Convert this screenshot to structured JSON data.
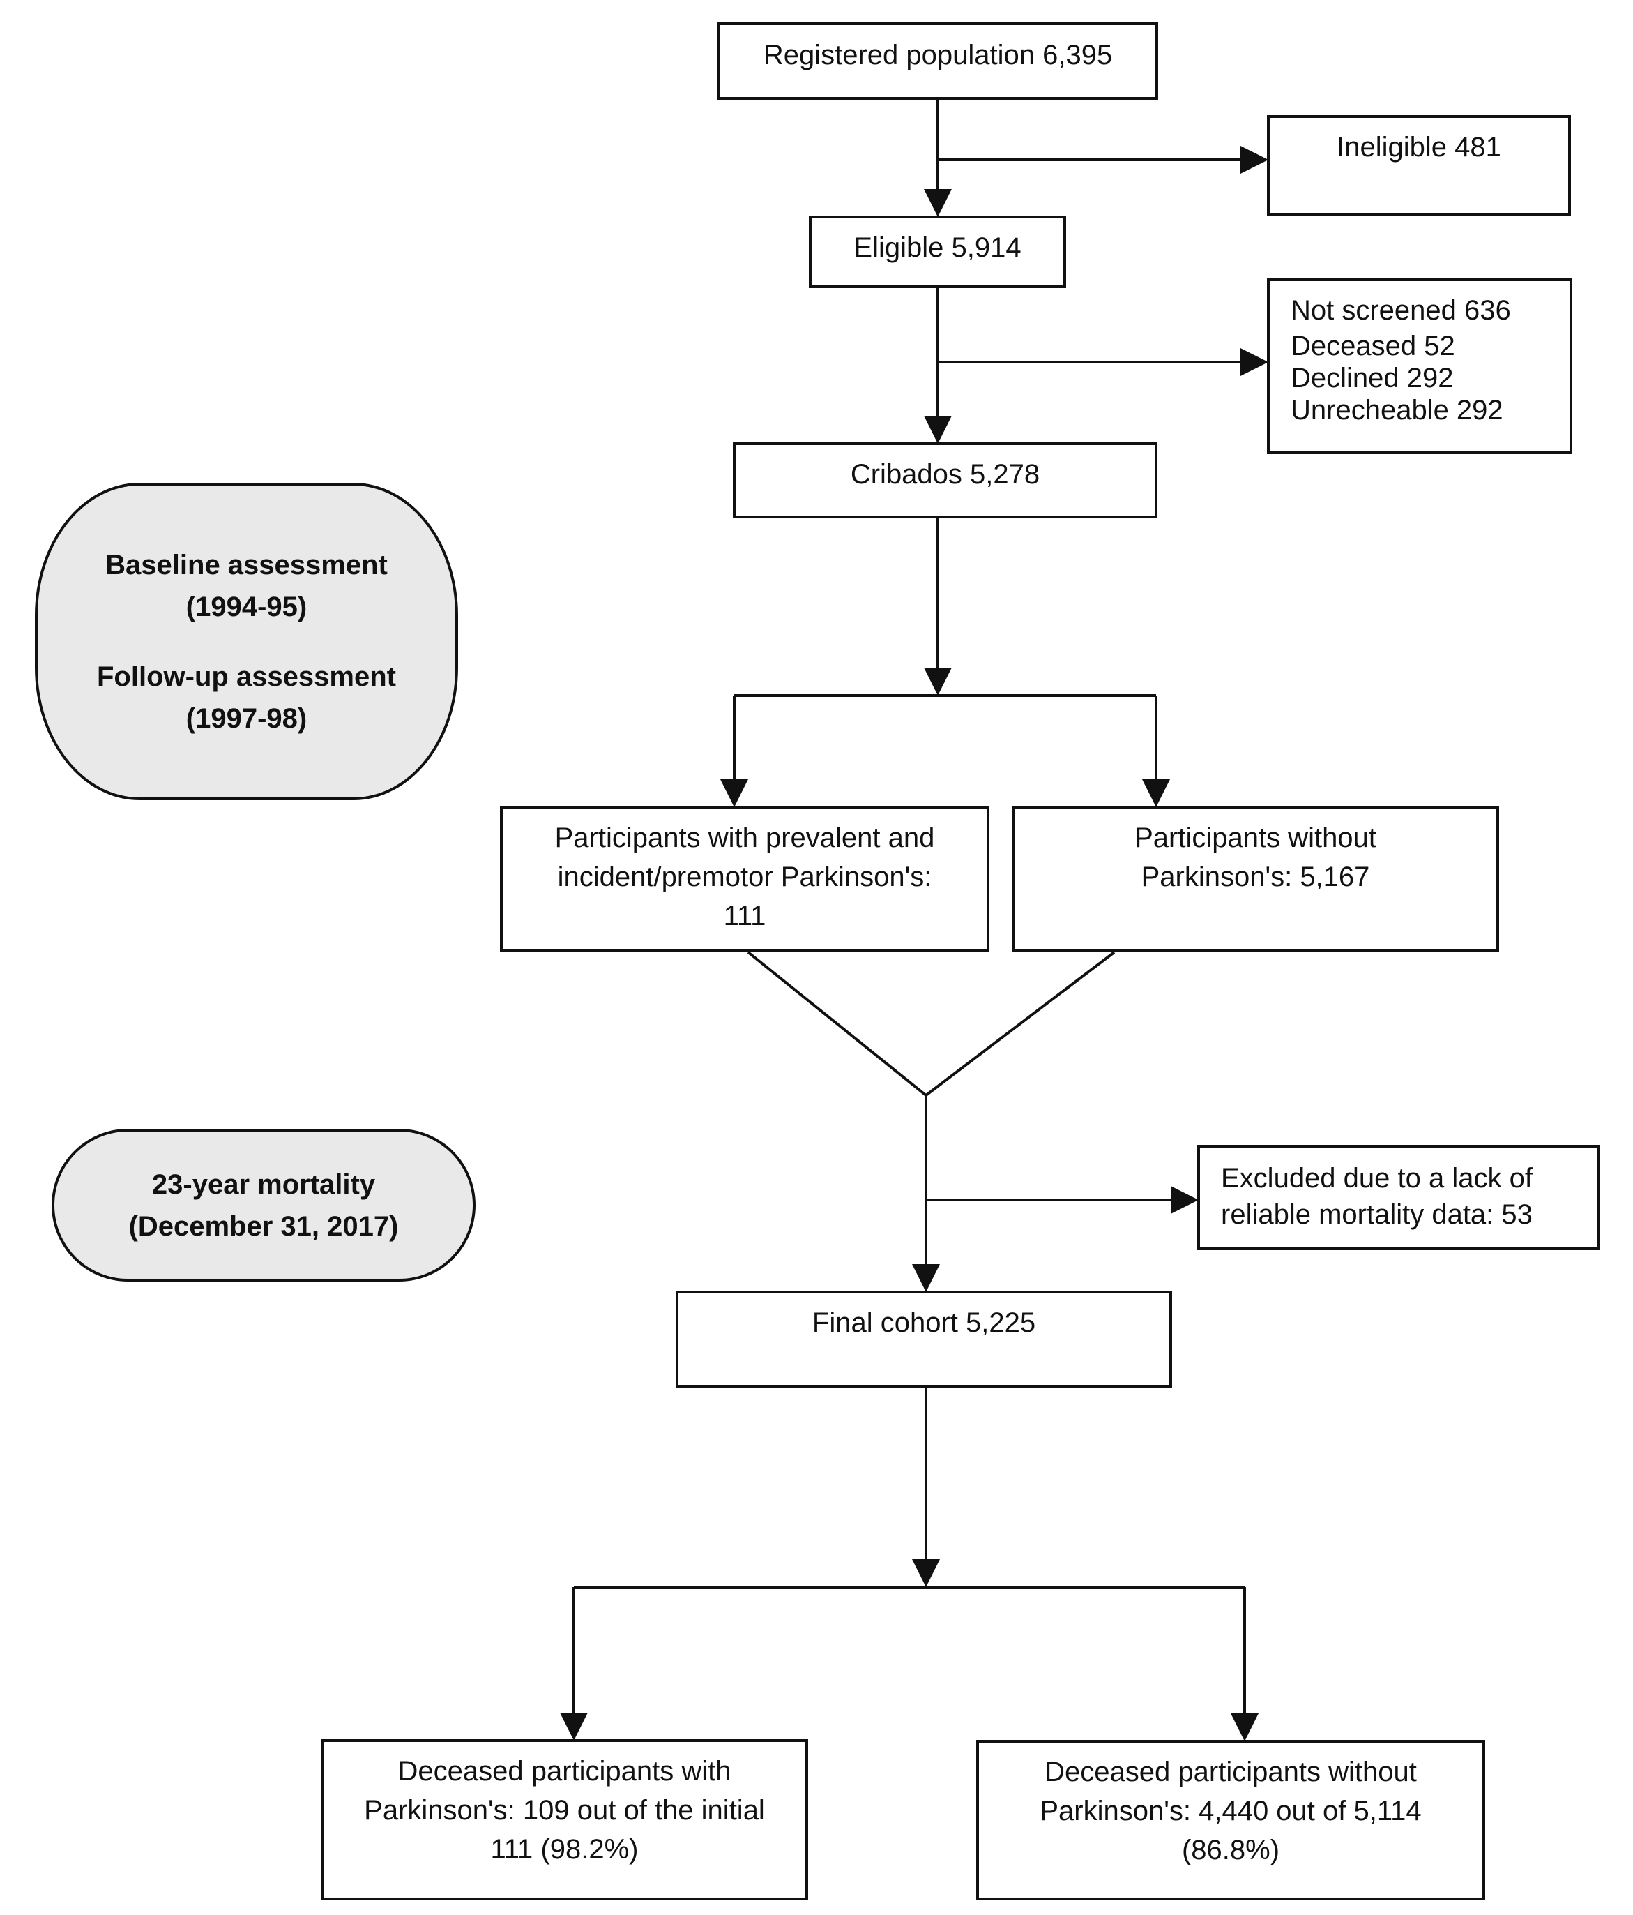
{
  "nodes": {
    "registered": "Registered population 6,395",
    "ineligible": "Ineligible 481",
    "eligible": "Eligible 5,914",
    "not_screened": [
      "Not screened 636",
      "Deceased 52",
      "Declined 292",
      "Unrecheable 292"
    ],
    "cribados": "Cribados 5,278",
    "with_pd": [
      "Participants with prevalent and",
      "incident/premotor Parkinson's:",
      "111"
    ],
    "without_pd": [
      "Participants without",
      "Parkinson's: 5,167"
    ],
    "excluded": [
      "Excluded due to a lack of",
      "reliable mortality data: 53"
    ],
    "final_cohort": "Final cohort 5,225",
    "deceased_with": [
      "Deceased participants with",
      "Parkinson's: 109 out of the initial",
      "111 (98.2%)"
    ],
    "deceased_without": [
      "Deceased participants without",
      "Parkinson's: 4,440 out of 5,114",
      "(86.8%)"
    ]
  },
  "phases": {
    "baseline": [
      "Baseline assessment",
      "(1994-95)"
    ],
    "followup": [
      "Follow-up assessment",
      "(1997-98)"
    ],
    "mortality": [
      "23-year mortality",
      "(December 31, 2017)"
    ]
  }
}
